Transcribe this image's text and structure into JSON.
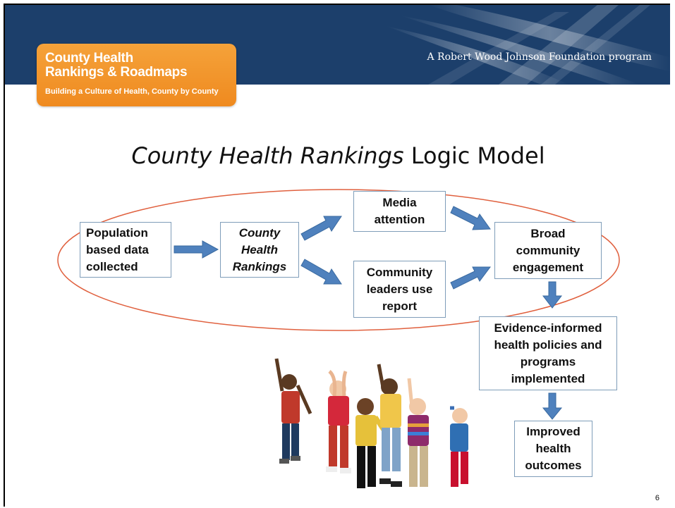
{
  "header": {
    "tagline": "A Robert Wood Johnson Foundation program",
    "colors": {
      "band": "#1c3f6b",
      "logo": "#ef8a1f",
      "arrow": "#4f81bd",
      "ellipse": "#e0603e"
    }
  },
  "logo": {
    "line1": "County Health",
    "line2": "Rankings & Roadmaps",
    "line3": "Building a Culture of Health, County by County"
  },
  "title": {
    "italic_part": "County Health Rankings",
    "plain_part": " Logic Model"
  },
  "diagram": {
    "nodes": {
      "population": "Population\nbased data\ncollected",
      "chr": "County\nHealth\nRankings",
      "media": "Media\nattention",
      "leaders": "Community\nleaders use\nreport",
      "broad": "Broad\ncommunity\nengagement",
      "evidence": "Evidence-informed\nhealth policies and\nprograms\nimplemented",
      "outcomes": "Improved\nhealth\noutcomes"
    }
  },
  "footer": {
    "page_number": "6"
  }
}
